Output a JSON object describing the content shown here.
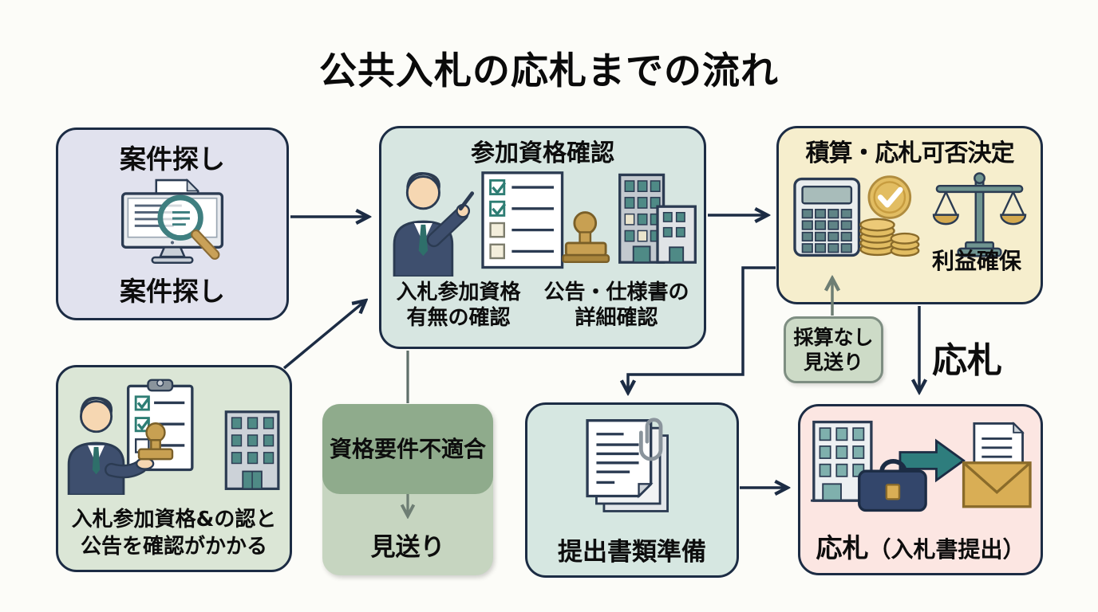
{
  "title": "公共入札の応札までの流れ",
  "boxes": {
    "anken": {
      "title": "案件探し",
      "caption": "案件探し"
    },
    "sanka": {
      "title": "参加資格確認",
      "label_left": {
        "line1": "入札参加資格",
        "line2": "有無の確認"
      },
      "label_right": {
        "line1": "公告・仕様書の",
        "line2": "詳細確認"
      }
    },
    "sekisan": {
      "title": "積算・応札可否決定",
      "caption": "利益確保"
    },
    "shikaku_kakunin": {
      "line1": "入札参加資格&の認と",
      "line2": "公告を確認がかかる"
    },
    "futekigou": {
      "title": "資格要件不適合",
      "result": "見送り"
    },
    "saisan": {
      "line1": "採算なし",
      "line2": "見送り"
    },
    "teishutsu": {
      "title": "提出書類準備"
    },
    "ousatsu": {
      "title": "応札",
      "subtitle": "（入札書提出）"
    }
  },
  "arrows": {
    "ousatsu_label": "応札"
  },
  "colors": {
    "background": "#fcfcf8",
    "outline": "#1c2c44",
    "gray_arrow": "#6e7e74",
    "box_anken_bg": "#e1e2ee",
    "box_sanka_bg": "#d7e6e1",
    "box_sekisan_bg": "#f6eecd",
    "box_shikaku_bg": "#dbe6d6",
    "box_futekigou_top_bg": "#8fab8c",
    "box_futekigou_bottom_bg": "#c6d5c0",
    "box_saisan_bg": "#cddbc7",
    "box_saisan_border": "#7e8e82",
    "box_teishutsu_bg": "#d6e7e1",
    "box_ousatsu_bg": "#fce6e2",
    "teal": "#3e7d7b",
    "gold": "#d9ae55",
    "navy": "#33466b"
  }
}
